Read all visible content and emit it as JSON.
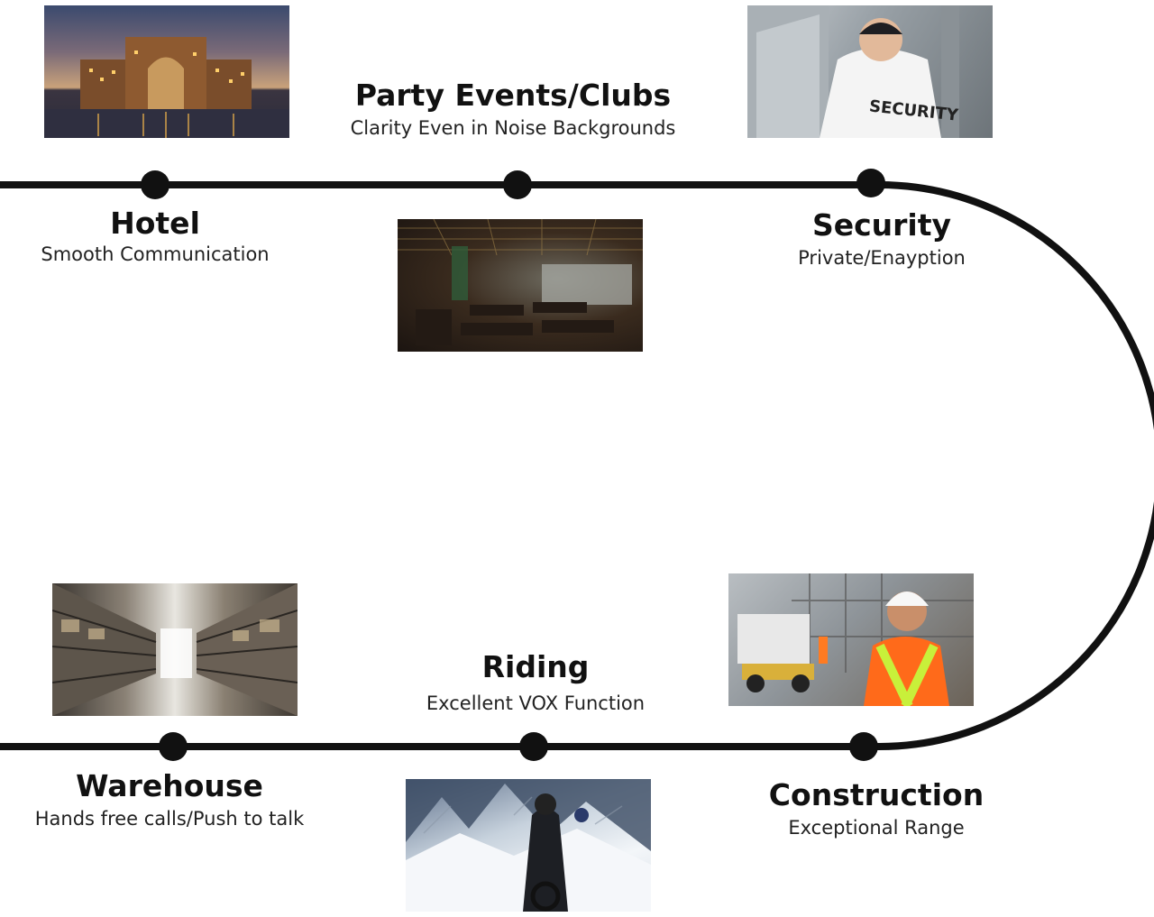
{
  "diagram": {
    "track_color": "#111111",
    "stops": [
      {
        "id": "hotel",
        "title": "Hotel",
        "subtitle": "Smooth Communication"
      },
      {
        "id": "party",
        "title": "Party Events/Clubs",
        "subtitle": "Clarity Even in Noise Backgrounds"
      },
      {
        "id": "security",
        "title": "Security",
        "subtitle": "Private/Enayption"
      },
      {
        "id": "warehouse",
        "title": "Warehouse",
        "subtitle": "Hands free calls/Push to talk"
      },
      {
        "id": "riding",
        "title": "Riding",
        "subtitle": "Excellent VOX Function"
      },
      {
        "id": "construction",
        "title": "Construction",
        "subtitle": "Exceptional Range"
      }
    ]
  }
}
